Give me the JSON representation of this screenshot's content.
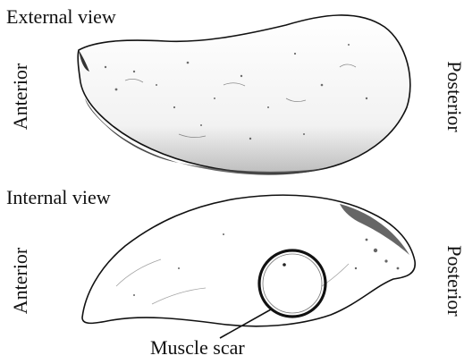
{
  "figure": {
    "external_heading": "External view",
    "internal_heading": "Internal view",
    "external_anterior": "Anterior",
    "external_posterior": "Posterior",
    "internal_anterior": "Anterior",
    "internal_posterior": "Posterior",
    "callout": "Muscle scar"
  },
  "colors": {
    "ink": "#111111",
    "scar_ring": "#111111",
    "background": "#ffffff"
  }
}
